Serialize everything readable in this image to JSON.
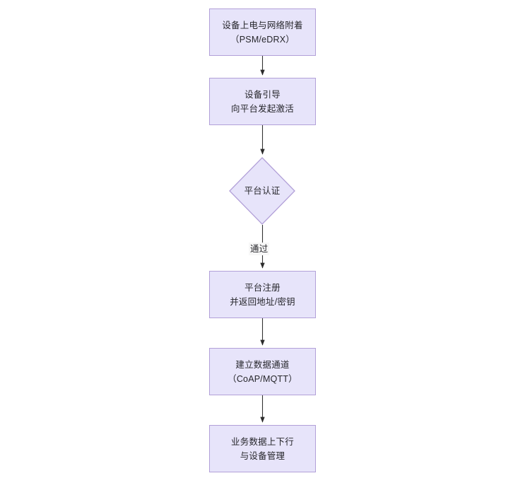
{
  "diagram": {
    "type": "flowchart",
    "orientation": "top-to-bottom",
    "background_color": "#ffffff",
    "node_fill_color": "#e7e4fa",
    "node_border_color": "#b2a0d8",
    "edge_color": "#333333",
    "text_color": "#26262b",
    "nodes": [
      {
        "id": "node-1",
        "shape": "rectangle",
        "label": "设备上电与网络附着\n（PSM/eDRX）",
        "line1": "设备上电与网络附着",
        "line2": "（PSM/eDRX）"
      },
      {
        "id": "node-2",
        "shape": "rectangle",
        "label": "设备引导\n向平台发起激活",
        "line1": "设备引导",
        "line2": "向平台发起激活"
      },
      {
        "id": "node-3",
        "shape": "diamond",
        "label": "平台认证",
        "line1": "平台认证",
        "line2": ""
      },
      {
        "id": "node-4",
        "shape": "rectangle",
        "label": "平台注册\n并返回地址/密钥",
        "line1": "平台注册",
        "line2": "并返回地址/密钥"
      },
      {
        "id": "node-5",
        "shape": "rectangle",
        "label": "建立数据通道\n（CoAP/MQTT）",
        "line1": "建立数据通道",
        "line2": "（CoAP/MQTT）"
      },
      {
        "id": "node-6",
        "shape": "rectangle",
        "label": "业务数据上下行\n与设备管理",
        "line1": "业务数据上下行",
        "line2": "与设备管理"
      }
    ],
    "edges": [
      {
        "from": "node-1",
        "to": "node-2",
        "label": ""
      },
      {
        "from": "node-2",
        "to": "node-3",
        "label": ""
      },
      {
        "from": "node-3",
        "to": "node-4",
        "label": "通过"
      },
      {
        "from": "node-4",
        "to": "node-5",
        "label": ""
      },
      {
        "from": "node-5",
        "to": "node-6",
        "label": ""
      }
    ],
    "edge_labels": {
      "pass": "通过"
    }
  }
}
